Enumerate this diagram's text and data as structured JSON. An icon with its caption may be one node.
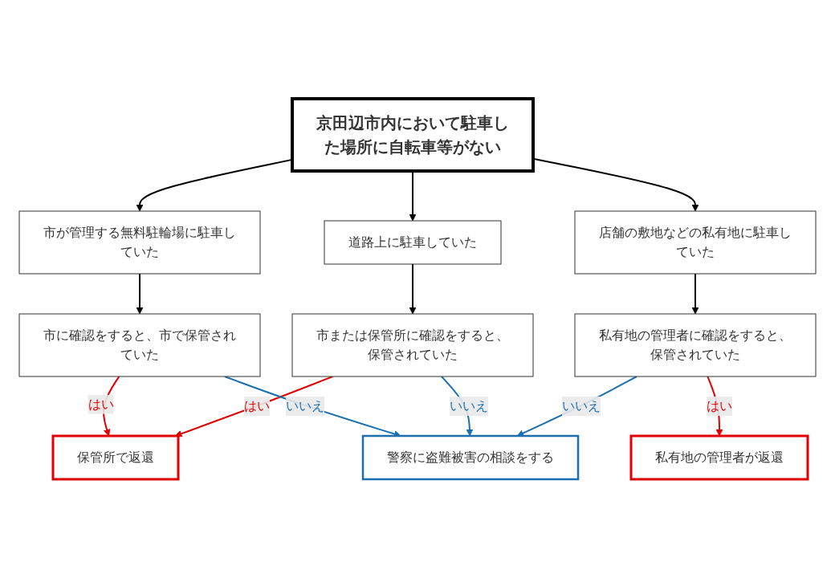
{
  "diagram": {
    "nodes": [
      {
        "text": [
          "京田辺市内において駐車した場所に自転車等がない"
        ]
      },
      {
        "text": [
          "市が管理する無料駐輪場に駐車していた"
        ]
      },
      {
        "text": [
          "道路上に駐車していた"
        ]
      },
      {
        "text": [
          "店舗の敷地などの私有地に駐車していた"
        ]
      },
      {
        "text": [
          "市に確認をすると、市で保管されていた"
        ]
      },
      {
        "text": [
          "市または保管所に確認をすると、保管されていた"
        ]
      },
      {
        "text": [
          "私有地の管理者に確認をすると、保管されていた"
        ]
      },
      {
        "text": [
          "保管所で返還"
        ]
      },
      {
        "text": [
          "私有地の管理者が返還"
        ]
      },
      {
        "text": [
          "警察に盗難被害の相談をする"
        ]
      }
    ],
    "edges": [
      {
        "from": 0,
        "to": 1,
        "arrow": "to"
      },
      {
        "from": 0,
        "to": 2,
        "arrow": "to"
      },
      {
        "from": 0,
        "to": 3,
        "arrow": "to"
      },
      {
        "from": 1,
        "to": 4,
        "arrow": "to"
      },
      {
        "from": 2,
        "to": 5,
        "arrow": "to"
      },
      {
        "from": 3,
        "to": 6,
        "arrow": "to"
      },
      {
        "from": 4,
        "to": 7,
        "arrow": "to",
        "label": "はい",
        "color": "#e00000"
      },
      {
        "from": 5,
        "to": 7,
        "arrow": "to",
        "label": "はい",
        "color": "#e00000"
      },
      {
        "from": 6,
        "to": 8,
        "arrow": "to",
        "label": "はい",
        "color": "#e00000"
      },
      {
        "from": 4,
        "to": 9,
        "arrow": "to",
        "label": "いいえ",
        "color": "#1a6fb0"
      },
      {
        "from": 5,
        "to": 9,
        "arrow": "to",
        "label": "いいえ",
        "color": "#1a6fb0"
      },
      {
        "from": 6,
        "to": 9,
        "arrow": "to",
        "label": "いいえ",
        "color": "#1a6fb0"
      }
    ]
  }
}
